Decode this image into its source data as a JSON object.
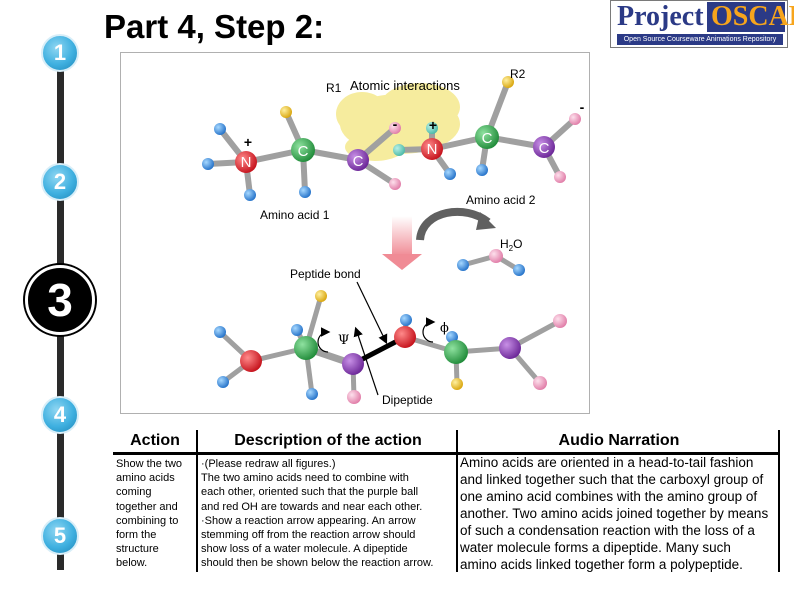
{
  "slide": {
    "title": "Part 4, Step 2:",
    "steps": [
      "1",
      "2",
      "3",
      "4",
      "5"
    ],
    "current_step": "3"
  },
  "logo": {
    "word1": "Project",
    "word2": "OSCAR",
    "tagline": "Open Source Courseware Animations Repository"
  },
  "figure": {
    "r1_label": "R1",
    "atomic_label": "Atomic interactions",
    "r2_label": "R2",
    "amino1_label": "Amino acid 1",
    "amino2_label": "Amino acid 2",
    "water_h": "H",
    "water_sub": "2",
    "water_o": "O",
    "peptide_label": "Peptide bond",
    "dipeptide_label": "Dipeptide",
    "psi_label": "Ψ",
    "phi_label": "ϕ",
    "plus": "+",
    "minus": "-",
    "atom_n": "N",
    "atom_c": "C",
    "colors": {
      "nitrogen": "#e0202a",
      "alpha_carbon": "#2ea84a",
      "carbonyl_carbon": "#8a3fb0",
      "hydrogen": "#3a8fe0",
      "oxygen": "#f2a0c0",
      "r_group": "#f2c21f",
      "bond": "#a0a0a0",
      "cloud": "#f6ec9e"
    }
  },
  "table": {
    "headers": {
      "action": "Action",
      "description": "Description of the action",
      "audio": "Audio Narration"
    },
    "action_lines": [
      "Show the two",
      "amino acids",
      "coming",
      "together and",
      "combining to",
      "form the",
      "structure",
      "below."
    ],
    "description_lines": [
      "·(Please redraw all figures.)",
      "The two amino acids need to combine with",
      "each other, oriented such that the purple ball",
      "and red OH are towards and near each other.",
      "·Show a reaction arrow appearing. An arrow",
      "stemming off from the reaction arrow should",
      "show loss of a water molecule. A dipeptide",
      "should then be shown below the reaction arrow."
    ],
    "audio_lines": [
      "Amino acids are oriented in a head-to-tail fashion",
      "and linked together such that the carboxyl group of",
      "one amino acid  combines with the amino group of",
      "another. Two amino acids joined together by means",
      "of such a condensation reaction with the loss of a",
      "water molecule forms a dipeptide. Many such",
      "amino acids linked together form a polypeptide."
    ]
  }
}
